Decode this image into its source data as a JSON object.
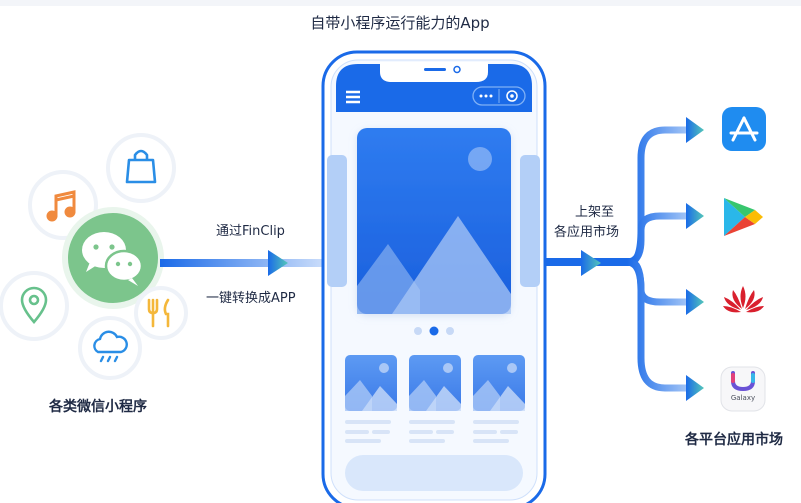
{
  "title": "自带小程序运行能力的App",
  "left_group_label": "各类微信小程序",
  "arrow_top_label": "通过FinClip",
  "arrow_bottom_label": "一键转换成APP",
  "publish_label_line1": "上架至",
  "publish_label_line2": "各应用市场",
  "right_group_label": "各平台应用市场",
  "store_icons": [
    "app-store-icon",
    "google-play-icon",
    "huawei-icon",
    "galaxy-store-icon"
  ],
  "galaxy_text": "Galaxy",
  "colors": {
    "brand_blue": "#1a6ae8",
    "wechat_green": "#7cc58c"
  }
}
